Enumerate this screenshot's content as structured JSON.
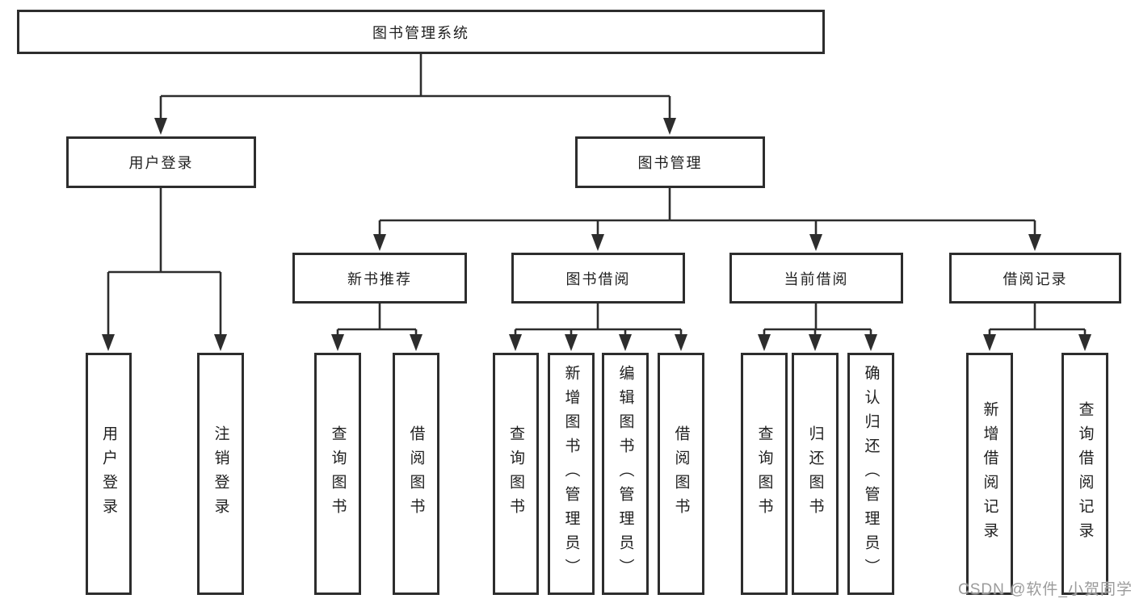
{
  "diagram": {
    "root": {
      "label": "图书管理系统"
    },
    "branches": [
      {
        "label": "用户登录",
        "children": [
          {
            "label": "用户登录"
          },
          {
            "label": "注销登录"
          }
        ]
      },
      {
        "label": "图书管理",
        "children": [
          {
            "label": "新书推荐",
            "children": [
              {
                "label": "查询图书"
              },
              {
                "label": "借阅图书"
              }
            ]
          },
          {
            "label": "图书借阅",
            "children": [
              {
                "label": "查询图书"
              },
              {
                "label": "新增图书（管理员）"
              },
              {
                "label": "编辑图书（管理员）"
              },
              {
                "label": "借阅图书"
              }
            ]
          },
          {
            "label": "当前借阅",
            "children": [
              {
                "label": "查询图书"
              },
              {
                "label": "归还图书"
              },
              {
                "label": "确认归还（管理员）"
              }
            ]
          },
          {
            "label": "借阅记录",
            "children": [
              {
                "label": "新增借阅记录"
              },
              {
                "label": "查询借阅记录"
              }
            ]
          }
        ]
      }
    ]
  },
  "watermark": {
    "text": "CSDN @软件_小贺同学"
  },
  "colors": {
    "line": "#2d2d2d",
    "box_border": "#2d2d2d",
    "box_fill": "#ffffff",
    "text": "#1f1f1f",
    "watermark": "#9b9b9b",
    "background": "#ffffff"
  }
}
